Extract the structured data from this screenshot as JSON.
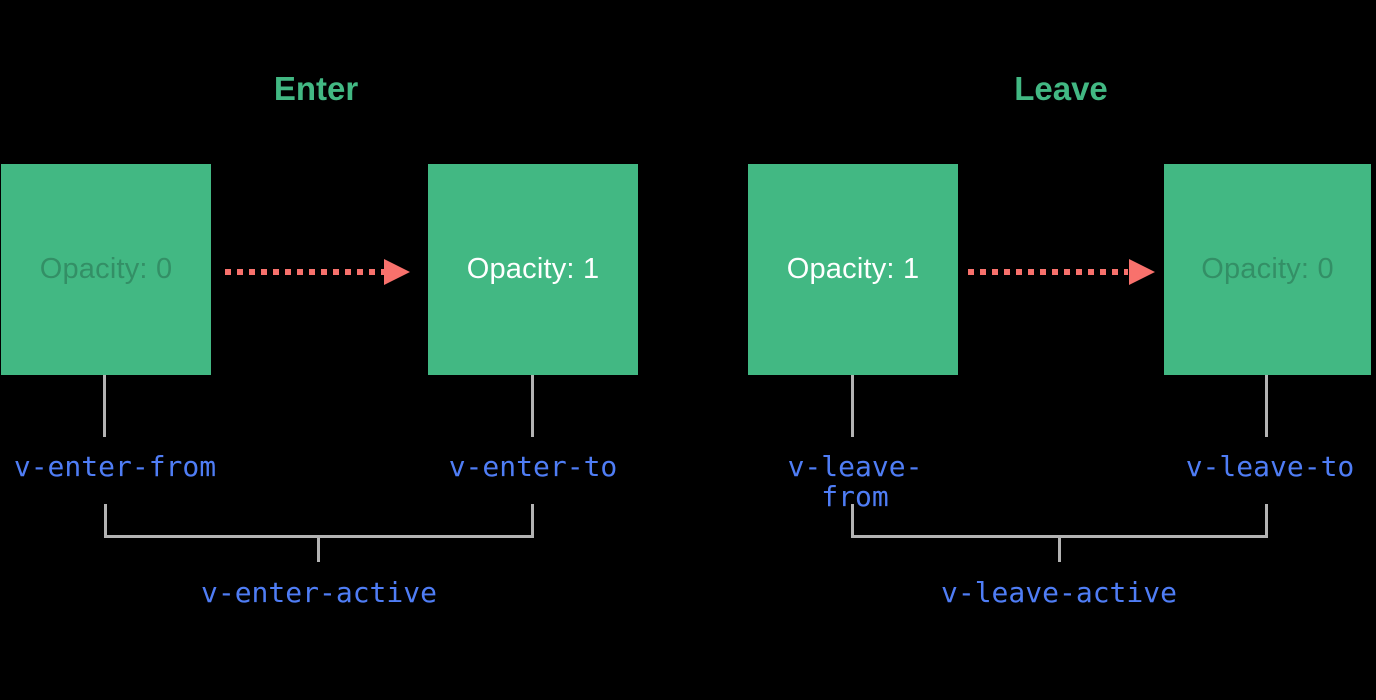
{
  "colors": {
    "background": "#000000",
    "box_green": "#42b883",
    "title_green": "#42b883",
    "arrow_red": "#f8716c",
    "label_blue": "#4f7df5",
    "line_gray": "#b3b3b3",
    "box_text_solid": "#ffffff"
  },
  "enter_section": {
    "title": "Enter",
    "from_box_label": "Opacity: 0",
    "to_box_label": "Opacity: 1",
    "from_class": "v-enter-from",
    "to_class": "v-enter-to",
    "active_class": "v-enter-active"
  },
  "leave_section": {
    "title": "Leave",
    "from_box_label": "Opacity: 1",
    "to_box_label": "Opacity: 0",
    "from_class": "v-leave-from",
    "to_class": "v-leave-to",
    "active_class": "v-leave-active"
  }
}
